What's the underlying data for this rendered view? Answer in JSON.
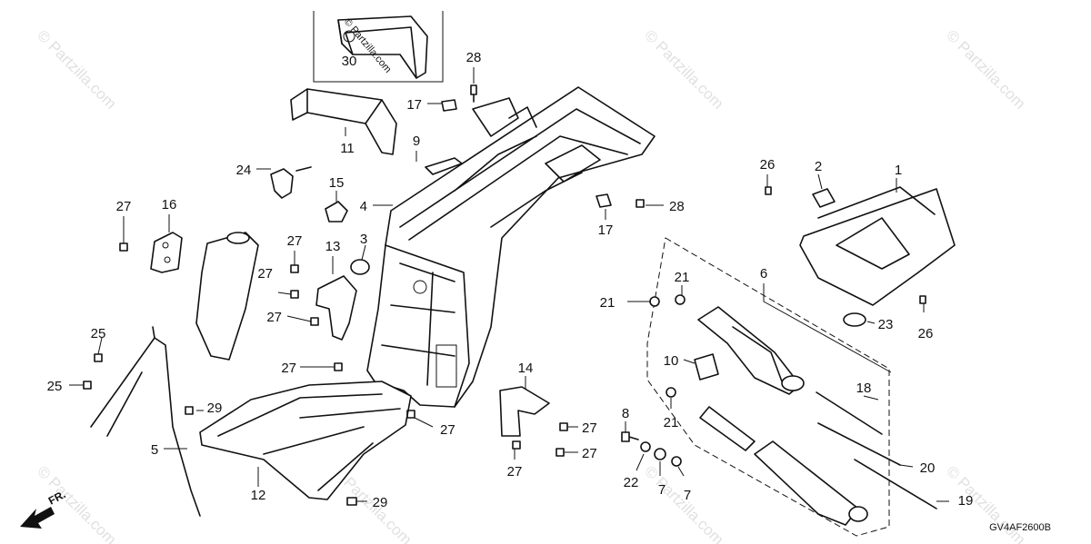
{
  "diagram_code": "GV4AF2600B",
  "front_label": "FR.",
  "watermark": "© Partzilla.com",
  "callouts": [
    "30",
    "11",
    "9",
    "28",
    "17",
    "24",
    "15",
    "4",
    "3",
    "13",
    "16",
    "27",
    "17",
    "28",
    "26",
    "2",
    "1",
    "6",
    "21",
    "21",
    "10",
    "23",
    "26",
    "18",
    "14",
    "25",
    "25",
    "5",
    "29",
    "12",
    "29",
    "8",
    "22",
    "7",
    "7",
    "21",
    "20",
    "19"
  ],
  "callout_27": "27"
}
